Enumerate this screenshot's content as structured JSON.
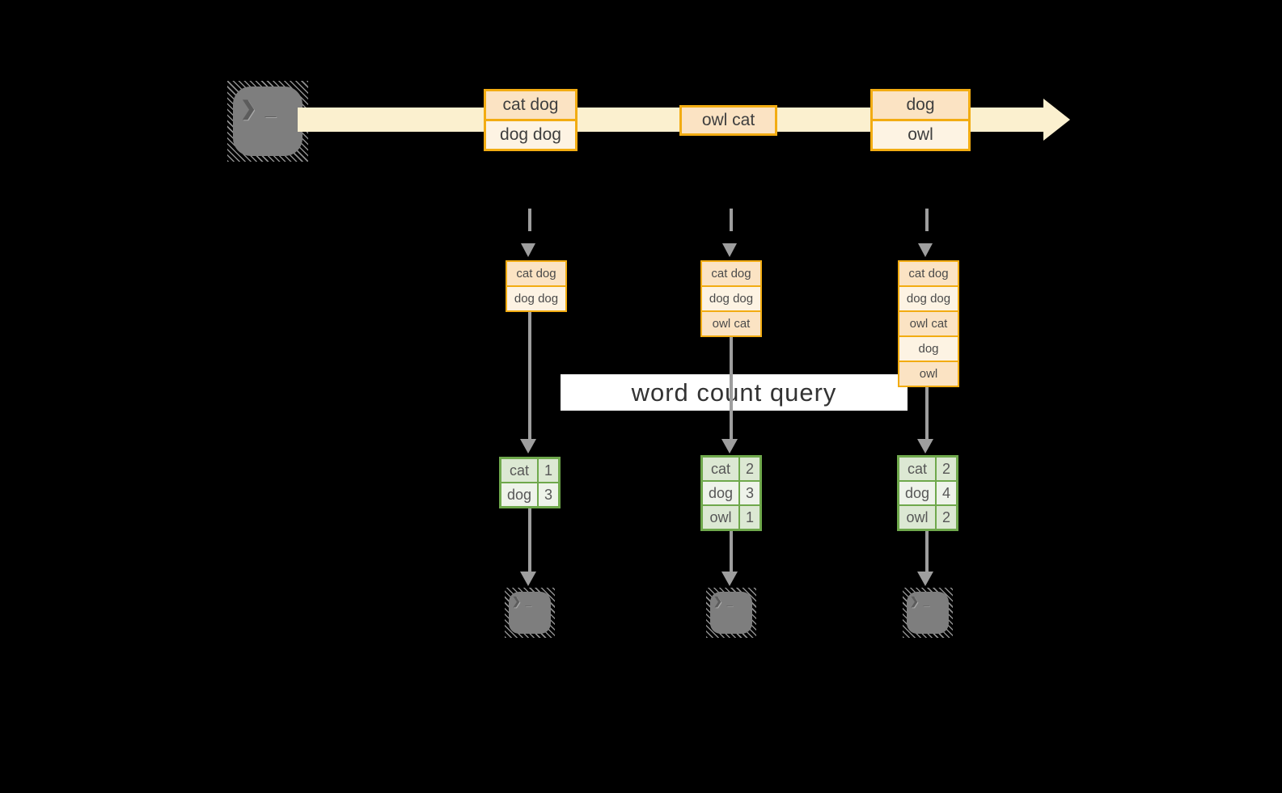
{
  "query_label": "word count query",
  "icons": {
    "prompt": "❯ _"
  },
  "stream": {
    "events": [
      {
        "rows": [
          "cat dog",
          "dog dog"
        ]
      },
      {
        "rows": [
          "owl cat"
        ]
      },
      {
        "rows": [
          "dog",
          "owl"
        ]
      }
    ]
  },
  "batches": [
    {
      "input": [
        "cat dog",
        "dog dog"
      ],
      "counts": [
        {
          "word": "cat",
          "count": "1"
        },
        {
          "word": "dog",
          "count": "3"
        }
      ]
    },
    {
      "input": [
        "cat dog",
        "dog dog",
        "owl cat"
      ],
      "counts": [
        {
          "word": "cat",
          "count": "2"
        },
        {
          "word": "dog",
          "count": "3"
        },
        {
          "word": "owl",
          "count": "1"
        }
      ]
    },
    {
      "input": [
        "cat dog",
        "dog dog",
        "owl cat",
        "dog",
        "owl"
      ],
      "counts": [
        {
          "word": "cat",
          "count": "2"
        },
        {
          "word": "dog",
          "count": "4"
        },
        {
          "word": "owl",
          "count": "2"
        }
      ]
    }
  ],
  "colors": {
    "background": "#000000",
    "stream_band": "#FBF0CF",
    "box_border": "#F2AC12",
    "box_fill_dark": "#FBE3C3",
    "box_fill_light": "#FDF3E3",
    "table_border": "#6FA84C",
    "table_fill_dark": "#DCE8D3",
    "table_fill_light": "#EEF3EA",
    "arrow": "#9E9E9E",
    "terminal": "#7E7E7E",
    "query_band_bg": "#FFFFFF",
    "text": "#3F3F3F"
  }
}
